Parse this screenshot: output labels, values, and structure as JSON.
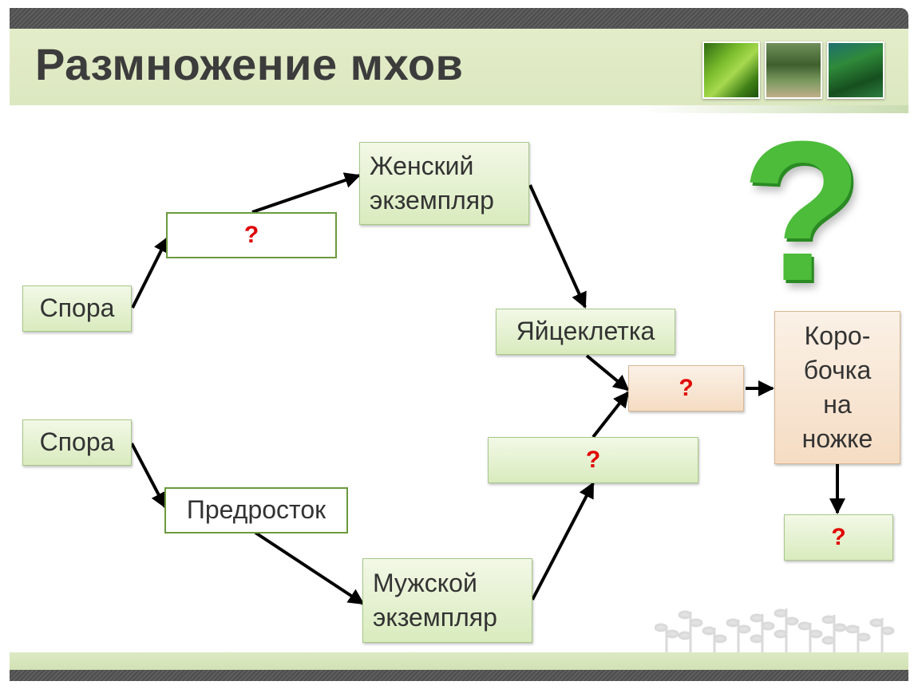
{
  "slide": {
    "title": "Размножение мхов"
  },
  "icons": {
    "big_mark": "?",
    "thumbnails": [
      "fern-photo",
      "moss-photo",
      "alga-photo"
    ]
  },
  "diagram": {
    "spore_top": "Спора",
    "spore_bottom": "Спора",
    "unknown_top": "?",
    "female": "Женский экземпляр",
    "egg": "Яйцеклетка",
    "zygote_unknown": "?",
    "sperm_unknown": "?",
    "protonema": "Предросток",
    "male": "Мужской экземпляр",
    "capsule": "Коро-бочка на ножке",
    "result_unknown": "?"
  },
  "colors": {
    "box_green": "#d9ebbe",
    "box_peach": "#f5dcc3",
    "question_red": "#e00000",
    "qmark_green": "#4cbc3a"
  }
}
